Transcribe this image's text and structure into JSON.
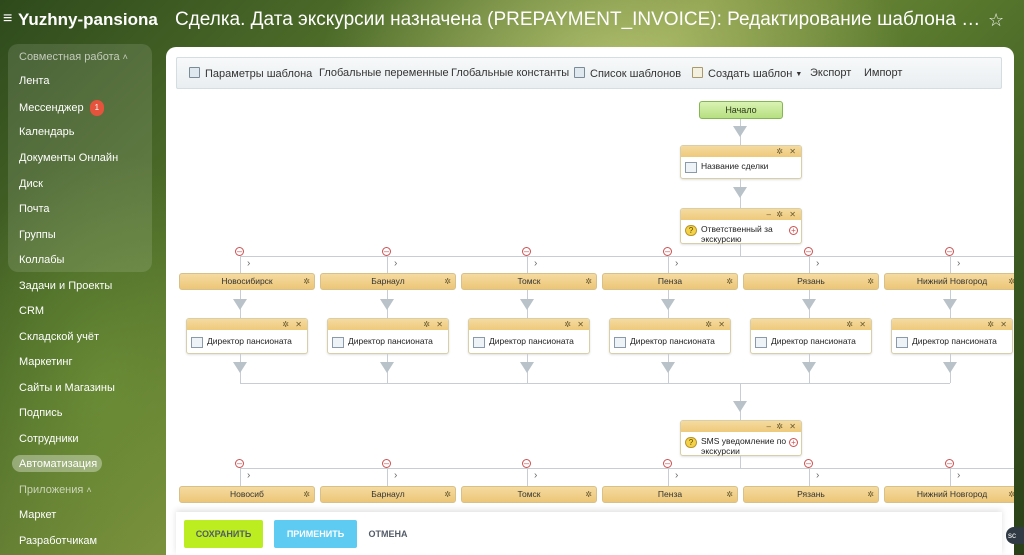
{
  "header": {
    "portal_name": "Yuzhny-pansionat",
    "page_title": "Сделка. Дата экскурсии назначена (PREPAYMENT_INVOICE): Редактирование шаблона бизнес-проц..."
  },
  "sidebar": {
    "items": [
      {
        "label": "Совместная работа"
      },
      {
        "label": "Лента"
      },
      {
        "label": "Мессенджер",
        "counter": "1"
      },
      {
        "label": "Календарь"
      },
      {
        "label": "Документы Онлайн"
      },
      {
        "label": "Диск"
      },
      {
        "label": "Почта"
      },
      {
        "label": "Группы"
      },
      {
        "label": "Коллабы"
      },
      {
        "label": "Задачи и Проекты"
      },
      {
        "label": "CRM"
      },
      {
        "label": "Складской учёт"
      },
      {
        "label": "Маркетинг"
      },
      {
        "label": "Сайты и Магазины"
      },
      {
        "label": "Подпись"
      },
      {
        "label": "Сотрудники"
      },
      {
        "label": "Автоматизация"
      },
      {
        "label": "Приложения"
      },
      {
        "label": "Маркет"
      },
      {
        "label": "Разработчикам"
      }
    ]
  },
  "toolbar": {
    "params": "Параметры шаблона",
    "global_vars": "Глобальные переменные",
    "global_consts": "Глобальные константы",
    "templates_list": "Список шаблонов",
    "create_template": "Создать шаблон",
    "export": "Экспорт",
    "import": "Импорт"
  },
  "workflow": {
    "start_label": "Начало",
    "deal_name_block": "Название сделки",
    "condition1": "Ответственный за экскурсию",
    "branches1": [
      "Новосибирск",
      "Барнаул",
      "Томск",
      "Пенза",
      "Рязань",
      "Нижний Новгород"
    ],
    "branch_block_label": "Директор пансионата",
    "condition2": "SMS уведомление по экскурсии",
    "branches2": [
      "Новосиб",
      "Барнаул",
      "Томск",
      "Пенза",
      "Рязань",
      "Нижний Новгород"
    ]
  },
  "footer": {
    "save": "СОХРАНИТЬ",
    "apply": "ПРИМЕНИТЬ",
    "cancel": "ОТМЕНА"
  },
  "corner_badge": "sc",
  "colors": {
    "save_button": "#bbed21",
    "apply_button": "#5ecbf2",
    "start_node": "#b6df80",
    "block_header": "#eec97a"
  }
}
